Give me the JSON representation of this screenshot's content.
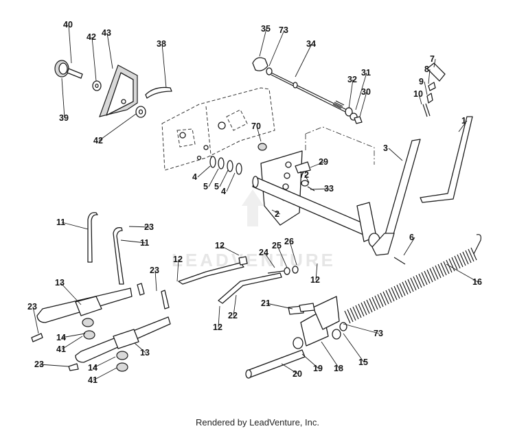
{
  "watermark": "LEADVENTURE",
  "footer": "Rendered by LeadVenture, Inc.",
  "callouts": [
    "1",
    "2",
    "3",
    "4",
    "4",
    "5",
    "5",
    "6",
    "7",
    "8",
    "9",
    "10",
    "11",
    "11",
    "12",
    "12",
    "12",
    "12",
    "13",
    "13",
    "14",
    "14",
    "15",
    "16",
    "18",
    "19",
    "20",
    "21",
    "22",
    "23",
    "23",
    "23",
    "23",
    "24",
    "25",
    "26",
    "29",
    "30",
    "31",
    "32",
    "33",
    "34",
    "35",
    "38",
    "39",
    "40",
    "41",
    "41",
    "42",
    "42",
    "43",
    "70",
    "72",
    "73",
    "73"
  ]
}
